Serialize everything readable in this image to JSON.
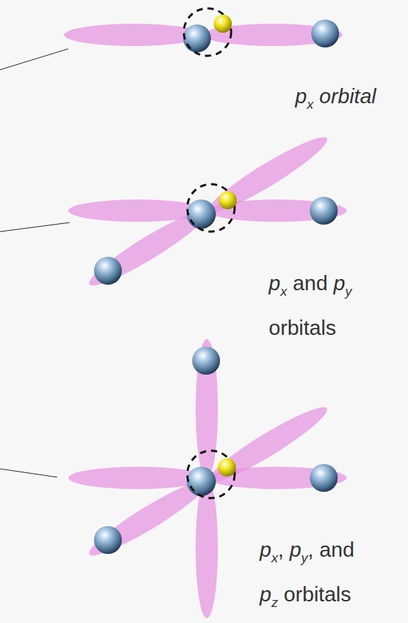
{
  "diagram": {
    "labels": [
      "p",
      "x",
      "orbital",
      "p",
      "x",
      "and",
      "p",
      "y",
      "orbitals",
      "p",
      "x",
      ",",
      "p",
      "y",
      ", and",
      "p",
      "z",
      "orbitals"
    ]
  }
}
